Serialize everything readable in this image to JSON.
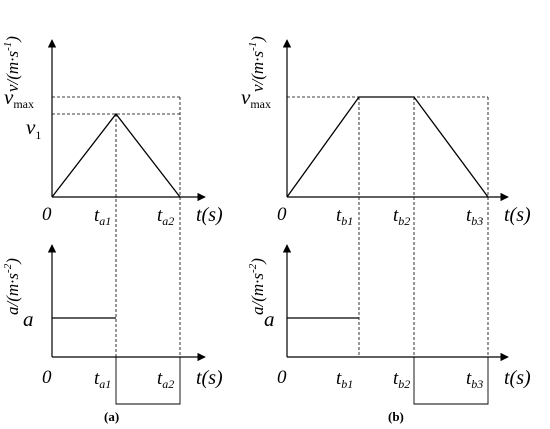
{
  "panels": {
    "a": {
      "caption": "(a)",
      "velocity": {
        "axis_label": "v/(m·s",
        "axis_label_exp": "-1",
        "axis_label_close": ")",
        "vmax": "v",
        "vmax_sub": "max",
        "v1": "v",
        "v1_sub": "1",
        "origin": "0",
        "t1": "t",
        "t1_sub": "a1",
        "t2": "t",
        "t2_sub": "a2",
        "time_label": "t(s)"
      },
      "acceleration": {
        "axis_label": "a/(m·s",
        "axis_label_exp": "-2",
        "axis_label_close": ")",
        "a_level": "a",
        "origin": "0",
        "t1": "t",
        "t1_sub": "a1",
        "t2": "t",
        "t2_sub": "a2",
        "time_label": "t(s)"
      }
    },
    "b": {
      "caption": "(b)",
      "velocity": {
        "axis_label": "v/(m·s",
        "axis_label_exp": "-1",
        "axis_label_close": ")",
        "vmax": "v",
        "vmax_sub": "max",
        "origin": "0",
        "t1": "t",
        "t1_sub": "b1",
        "t2": "t",
        "t2_sub": "b2",
        "t3": "t",
        "t3_sub": "b3",
        "time_label": "t(s)"
      },
      "acceleration": {
        "axis_label": "a/(m·s",
        "axis_label_exp": "-2",
        "axis_label_close": ")",
        "a_level": "a",
        "origin": "0",
        "t1": "t",
        "t1_sub": "b1",
        "t2": "t",
        "t2_sub": "b2",
        "t3": "t",
        "t3_sub": "b3",
        "time_label": "t(s)"
      }
    }
  }
}
